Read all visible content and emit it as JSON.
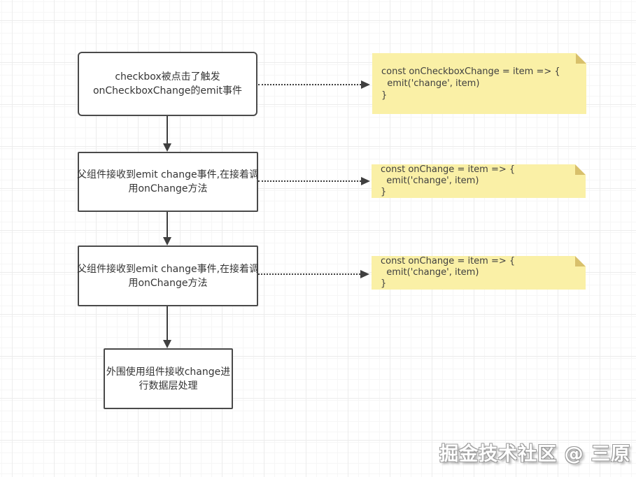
{
  "diagram": {
    "boxes": [
      {
        "id": "checkbox-emit",
        "lines": [
          "checkbox被点击了触发",
          "onCheckboxChange的emit事件"
        ]
      },
      {
        "id": "parent-onchange-1",
        "lines": [
          "父组件接收到emit change事件,在接着调",
          "用onChange方法"
        ]
      },
      {
        "id": "parent-onchange-2",
        "lines": [
          "父组件接收到emit change事件,在接着调",
          "用onChange方法"
        ]
      },
      {
        "id": "outer-data-layer",
        "lines": [
          "外围使用组件接收change进",
          "行数据层处理"
        ]
      }
    ],
    "notes": [
      {
        "code_lines": [
          "const onCheckboxChange = item => {",
          "  emit('change', item)",
          "}"
        ]
      },
      {
        "code_lines": [
          "const onChange = item => {",
          "  emit('change', item)",
          "}"
        ]
      },
      {
        "code_lines": [
          "const onChange = item => {",
          "  emit('change', item)",
          "}"
        ]
      }
    ]
  },
  "watermark": {
    "text": "掘金技术社区 @ 三原"
  },
  "colors": {
    "note_fill": "#faf0a6",
    "note_fold": "#d8c06b",
    "box_border": "#4a4a4a",
    "box_fill": "#ffffff",
    "arrow": "#3f3f3f",
    "grid_minor": "#f6f6f6",
    "grid_major": "#ececec",
    "text": "#353535",
    "watermark_fill": "#ffffff",
    "watermark_outline": "#9c9c9c"
  }
}
